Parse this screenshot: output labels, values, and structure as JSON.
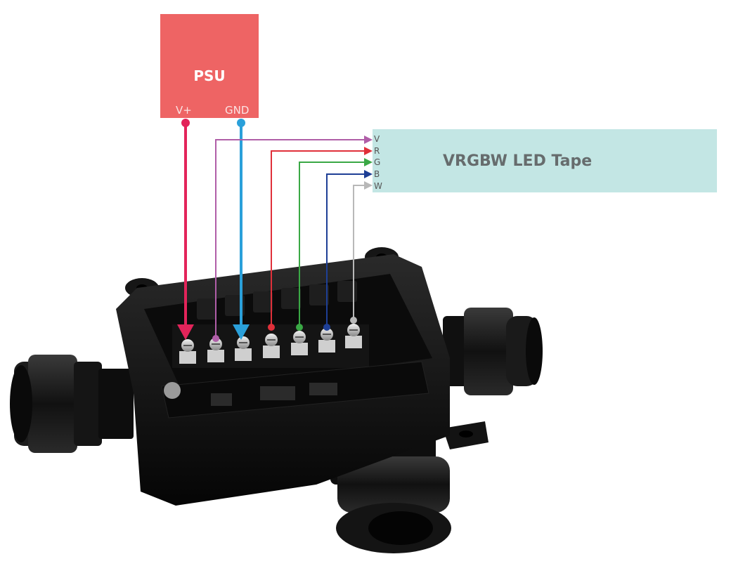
{
  "psu": {
    "title": "PSU",
    "terminal_vplus": "V+",
    "terminal_gnd": "GND",
    "color": "#ee6464"
  },
  "tape": {
    "title": "VRGBW LED Tape",
    "color": "#c3e6e4",
    "pins": [
      "V",
      "R",
      "G",
      "B",
      "W"
    ]
  },
  "wire_colors": {
    "vplus": "#e3245a",
    "gnd": "#2aa0da",
    "v": "#b05ea8",
    "r": "#e0303a",
    "g": "#3aa845",
    "b": "#1e3f95",
    "w": "#b8b8b8"
  },
  "device": {
    "description_icon": "junction-box-controller-icon",
    "terminal_count": 7
  }
}
